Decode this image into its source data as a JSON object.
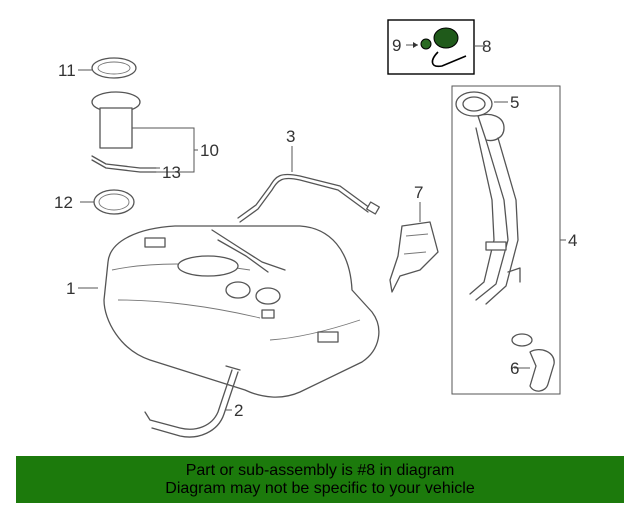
{
  "callouts": {
    "c1": "1",
    "c2": "2",
    "c3": "3",
    "c4": "4",
    "c5": "5",
    "c6": "6",
    "c7": "7",
    "c8": "8",
    "c9": "9",
    "c10": "10",
    "c11": "11",
    "c12": "12",
    "c13": "13"
  },
  "highlight_box_color": "#000000",
  "banner": {
    "line1": "Part or sub-assembly is #8 in diagram",
    "line2": "Diagram may not be specific to your vehicle",
    "color": "#1c7a0c"
  }
}
